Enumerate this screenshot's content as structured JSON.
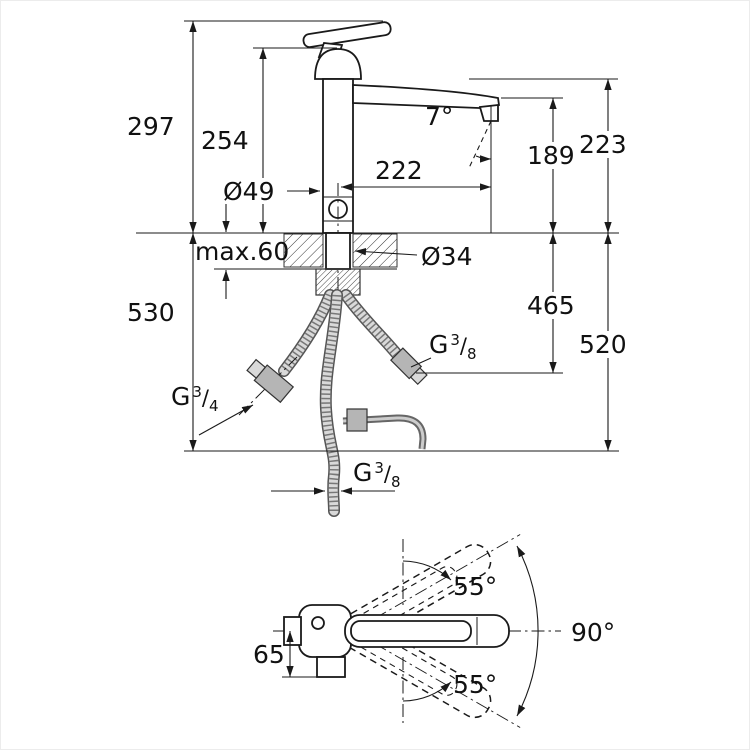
{
  "colors": {
    "line": "#1a1a1a",
    "background": "#ffffff"
  },
  "side_view": {
    "labels": {
      "overall_height": "297",
      "body_height": "254",
      "base_diameter": "Ø49",
      "counter_thickness": "max.60",
      "hose_drop": "530",
      "spout_reach": "222",
      "spout_angle": "7°",
      "outlet_height": "189",
      "spout_height": "223",
      "connection_drop": "465",
      "overall_drop": "520",
      "hole_diameter": "Ø34"
    },
    "threads": {
      "left": {
        "letter": "G",
        "numerator": "3",
        "slash": "/",
        "denominator": "4"
      },
      "right": {
        "letter": "G",
        "numerator": "3",
        "slash": "/",
        "denominator": "8"
      },
      "bottom": {
        "letter": "G",
        "numerator": "3",
        "slash": "/",
        "denominator": "8"
      }
    }
  },
  "top_view": {
    "labels": {
      "swivel_total": "90°",
      "swivel_up": "55°",
      "swivel_down": "55°",
      "spout_offset": "65"
    }
  }
}
